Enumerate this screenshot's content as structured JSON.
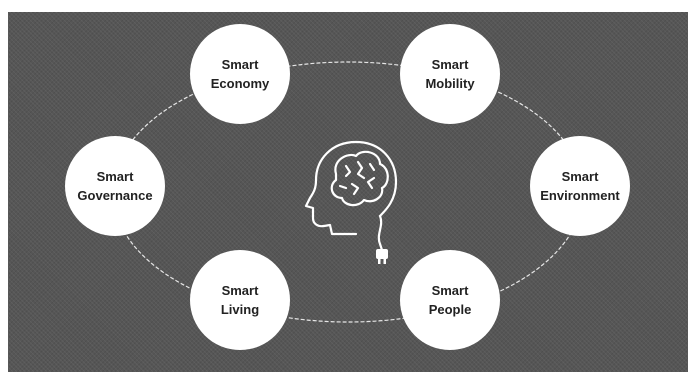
{
  "diagram": {
    "nodes": [
      {
        "id": "economy",
        "line1": "Smart",
        "line2": "Economy"
      },
      {
        "id": "mobility",
        "line1": "Smart",
        "line2": "Mobility"
      },
      {
        "id": "governance",
        "line1": "Smart",
        "line2": "Governance"
      },
      {
        "id": "environment",
        "line1": "Smart",
        "line2": "Environment"
      },
      {
        "id": "living",
        "line1": "Smart",
        "line2": "Living"
      },
      {
        "id": "people",
        "line1": "Smart",
        "line2": "People"
      }
    ],
    "center_icon": "head-with-brain-and-plug-icon",
    "colors": {
      "background": "#565656",
      "node_fill": "#ffffff",
      "connector": "#ffffff",
      "text": "#222222"
    }
  }
}
